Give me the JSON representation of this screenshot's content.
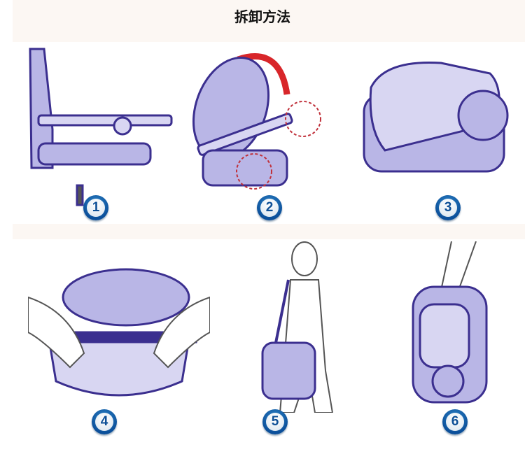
{
  "header": {
    "title": "拆卸方法"
  },
  "steps": [
    {
      "number": "1"
    },
    {
      "number": "2"
    },
    {
      "number": "3"
    },
    {
      "number": "4"
    },
    {
      "number": "5"
    },
    {
      "number": "6"
    }
  ],
  "colors": {
    "outline": "#3b2f8f",
    "fill": "#b9b6e6",
    "arrow": "#d8262a",
    "dashed": "#c0303a",
    "badge": "#0b4f9a"
  }
}
